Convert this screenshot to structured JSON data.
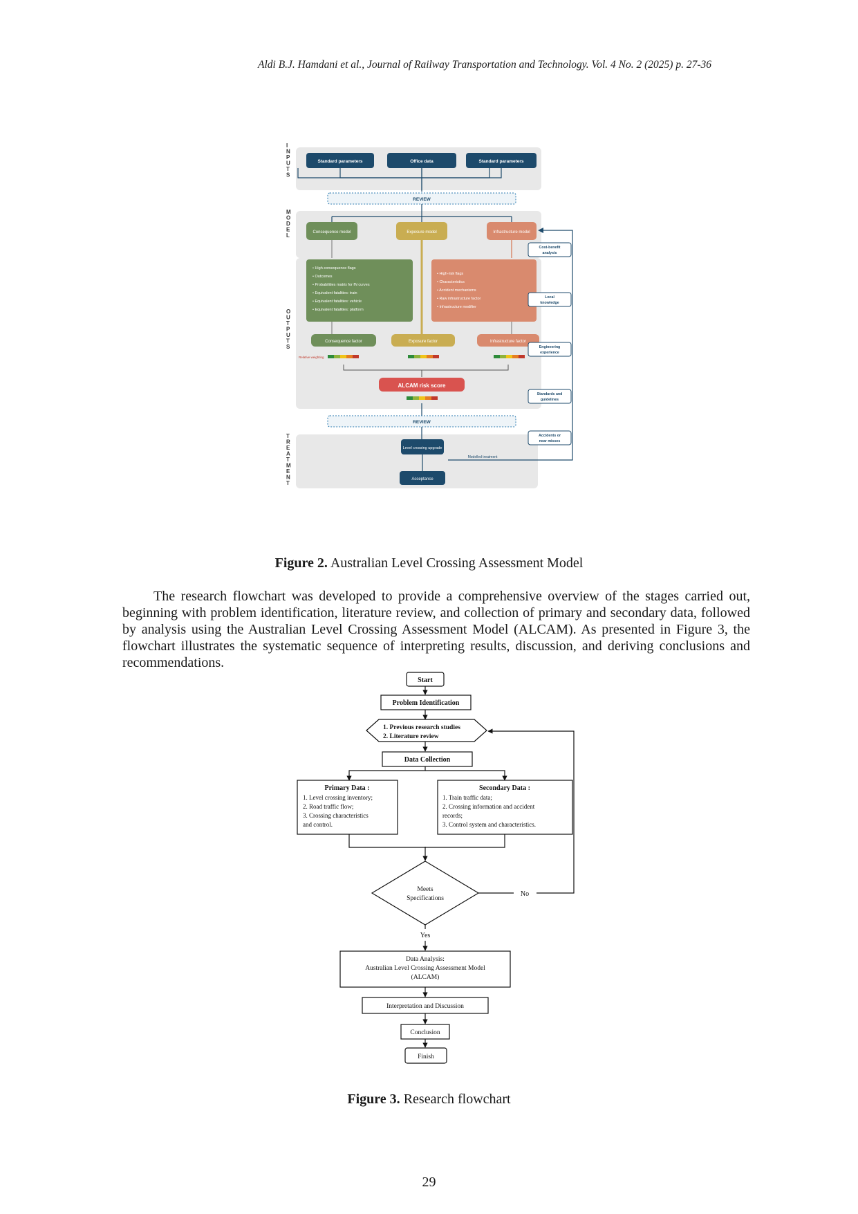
{
  "header": {
    "running_head": "Aldi B.J. Hamdani et al., Journal of Railway Transportation and Technology. Vol. 4 No. 2 (2025)  p. 27-36"
  },
  "figure2": {
    "side_labels": {
      "inputs": "INPUTS",
      "model": "MODEL",
      "outputs": "OUTPUTS",
      "treatment": "TREATMENT"
    },
    "inputs": [
      "Standard parameters",
      "Office data",
      "Standard parameters"
    ],
    "review": "REVIEW",
    "models": [
      "Consequence model",
      "Exposure model",
      "Infrastructure model"
    ],
    "consequence_items": [
      "High-consequence flags",
      "Outcomes",
      "Probabilities matrix for fN curves",
      "Equivalent fatalities: train",
      "Equivalent fatalities: vehicle",
      "Equivalent fatalities: platform"
    ],
    "infrastructure_items": [
      "High-risk flags",
      "Characteristics",
      "Accident mechanisms",
      "Raw infrastructure factor",
      "Infrastructure modifier"
    ],
    "factors": [
      "Consequence factor",
      "Exposure factor",
      "Infrastructure factor"
    ],
    "relative_weighting": "Relative weighting",
    "risk_score": "ALCAM risk score",
    "treatment": [
      "Level crossing upgrade",
      "Acceptance"
    ],
    "modelled_treatment": "Modelled treatment",
    "feedback": [
      "Cost-benefit analysis",
      "Local knowledge",
      "Engineering experience",
      "Standards and guidelines",
      "Accidents or near misses"
    ],
    "colors": {
      "navy": "#1d4a6b",
      "green": "#6f8f5a",
      "mustard": "#c9ad52",
      "salmon": "#d98a6e",
      "risk": "#d9534f",
      "panel": "#e8e8e8"
    }
  },
  "caption2": {
    "label": "Figure 2.",
    "text": " Australian Level Crossing Assessment Model"
  },
  "paragraph": "The research flowchart was developed to provide a comprehensive overview of the stages carried out, beginning with problem identification, literature review, and collection of primary and secondary data, followed by analysis using the Australian Level Crossing Assessment Model (ALCAM). As presented in Figure 3, the flowchart illustrates the systematic sequence of interpreting results, discussion, and deriving conclusions and recommendations.",
  "figure3": {
    "start": "Start",
    "problem": "Problem Identification",
    "lit": [
      "1.  Previous research studies",
      "2.  Literature review"
    ],
    "data_collection": "Data Collection",
    "primary_title": "Primary Data :",
    "primary_items": [
      "1.   Level crossing inventory;",
      "2.   Road traffic flow;",
      "3.   Crossing characteristics",
      "      and control."
    ],
    "secondary_title": "Secondary Data :",
    "secondary_items": [
      "1.    Train traffic data;",
      "2.    Crossing information and accident",
      "       records;",
      "3.    Control system and characteristics."
    ],
    "decision": [
      "Meets",
      "Specifications"
    ],
    "no": "No",
    "yes": "Yes",
    "analysis": [
      "Data Analysis:",
      "Australian Level Crossing Assessment Model",
      "(ALCAM)"
    ],
    "interpretation": "Interpretation and Discussion",
    "conclusion": "Conclusion",
    "finish": "Finish"
  },
  "caption3": {
    "label": "Figure 3.",
    "text": " Research flowchart"
  },
  "page_number": "29"
}
